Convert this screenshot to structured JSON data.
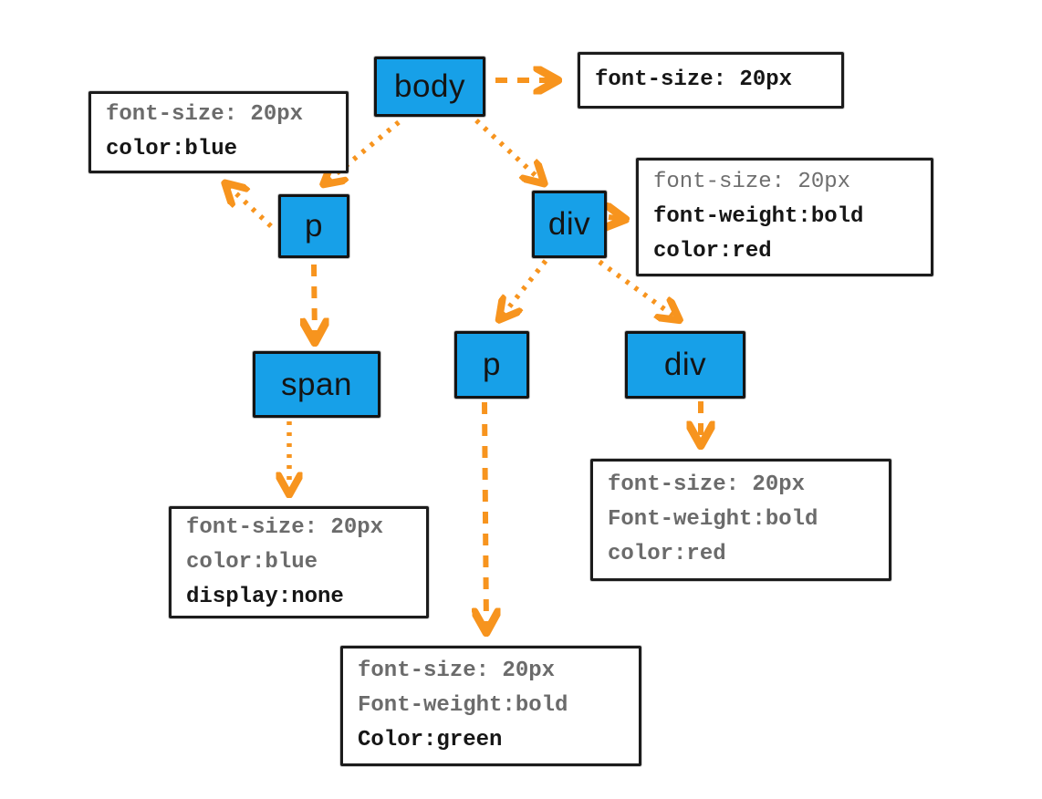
{
  "palette": {
    "node_fill": "#17a0e8",
    "node_border": "#141414",
    "arrow_orange": "#f7941e",
    "inherited_text_gray": "#6b6b6b",
    "declared_text_black": "#161616",
    "background": "#ffffff"
  },
  "nodes": {
    "body": {
      "label": "body"
    },
    "p1": {
      "label": "p"
    },
    "div1": {
      "label": "div"
    },
    "span1": {
      "label": "span"
    },
    "p2": {
      "label": "p"
    },
    "div2": {
      "label": "div"
    }
  },
  "rules": {
    "body_rule": {
      "lines": [
        {
          "text": "font-size: 20px",
          "tone": "strong"
        }
      ]
    },
    "p_rule": {
      "lines": [
        {
          "text": "font-size: 20px",
          "tone": "muted"
        },
        {
          "text": "color:blue",
          "tone": "strong"
        }
      ]
    },
    "div_rule": {
      "lines": [
        {
          "text": "font-size: 20px",
          "tone": "muted-light"
        },
        {
          "text": "font-weight:bold",
          "tone": "strong"
        },
        {
          "text": "color:red",
          "tone": "strong"
        }
      ]
    },
    "span_rule": {
      "lines": [
        {
          "text": "font-size: 20px",
          "tone": "muted"
        },
        {
          "text": "color:blue",
          "tone": "muted"
        },
        {
          "text": "display:none",
          "tone": "strong"
        }
      ]
    },
    "p2_rule": {
      "lines": [
        {
          "text": "font-size: 20px",
          "tone": "muted"
        },
        {
          "text": "Font-weight:bold",
          "tone": "muted"
        },
        {
          "text": "Color:green",
          "tone": "strong"
        }
      ]
    },
    "div2_rule": {
      "lines": [
        {
          "text": "font-size: 20px",
          "tone": "muted"
        },
        {
          "text": "Font-weight:bold",
          "tone": "muted"
        },
        {
          "text": "color:red",
          "tone": "muted"
        }
      ]
    }
  }
}
